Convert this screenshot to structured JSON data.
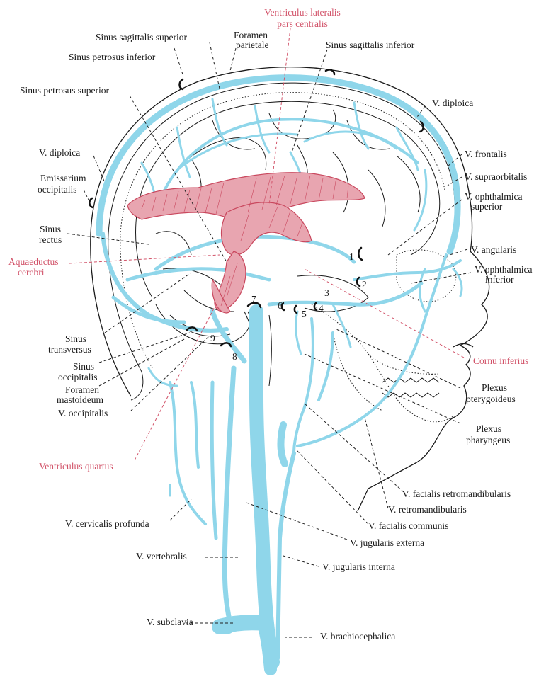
{
  "colors": {
    "vein": "#8fd6ea",
    "ventricle_fill": "#e8a5b0",
    "ventricle_stroke": "#c9485e",
    "red_label": "#d2546a",
    "ink": "#1a1a1a"
  },
  "labels": {
    "ventriculus_lateralis_1": "Ventriculus lateralis",
    "ventriculus_lateralis_2": "pars centralis",
    "sinus_sagittalis_superior": "Sinus sagittalis superior",
    "foramen_parietale_1": "Foramen",
    "foramen_parietale_2": "parietale",
    "sinus_sagittalis_inferior": "Sinus sagittalis inferior",
    "sinus_petrosus_inferior": "Sinus petrosus inferior",
    "sinus_petrosus_superior": "Sinus petrosus superior",
    "v_diploica_right": "V. diploica",
    "v_diploica_left": "V. diploica",
    "v_frontalis": "V. frontalis",
    "v_supraorbitalis": "V. supraorbitalis",
    "v_ophthalmica_superior_1": "V. ophthalmica",
    "v_ophthalmica_superior_2": "superior",
    "emissarium_occipitalis_1": "Emissarium",
    "emissarium_occipitalis_2": "occipitalis",
    "sinus_rectus_1": "Sinus",
    "sinus_rectus_2": "rectus",
    "aquaeductus_cerebri_1": "Aquaeductus",
    "aquaeductus_cerebri_2": "cerebri",
    "v_angularis": "V. angularis",
    "v_ophthalmica_inferior_1": "V. ophthalmica",
    "v_ophthalmica_inferior_2": "inferior",
    "cornu_inferius": "Cornu inferius",
    "sinus_transversus_1": "Sinus",
    "sinus_transversus_2": "transversus",
    "sinus_occipitalis_1": "Sinus",
    "sinus_occipitalis_2": "occipitalis",
    "foramen_mastoideum_1": "Foramen",
    "foramen_mastoideum_2": "mastoideum",
    "v_occipitalis": "V. occipitalis",
    "plexus_pterygoideus_1": "Plexus",
    "plexus_pterygoideus_2": "pterygoideus",
    "plexus_pharyngeus_1": "Plexus",
    "plexus_pharyngeus_2": "pharyngeus",
    "ventriculus_quartus": "Ventriculus quartus",
    "v_facialis_retromandibularis": "V. facialis retromandibularis",
    "v_retromandibularis": "V. retromandibularis",
    "v_facialis_communis": "V. facialis communis",
    "v_cervicalis_profunda": "V. cervicalis profunda",
    "v_jugularis_externa": "V. jugularis externa",
    "v_vertebralis": "V. vertebralis",
    "v_jugularis_interna": "V. jugularis interna",
    "v_subclavia": "V. subclavia",
    "v_brachiocephalica": "V. brachiocephalica"
  },
  "numbers": {
    "n1": "1",
    "n2": "2",
    "n3": "3",
    "n4": "4",
    "n5": "5",
    "n6": "6",
    "n7": "7",
    "n8": "8",
    "n9": "9"
  }
}
